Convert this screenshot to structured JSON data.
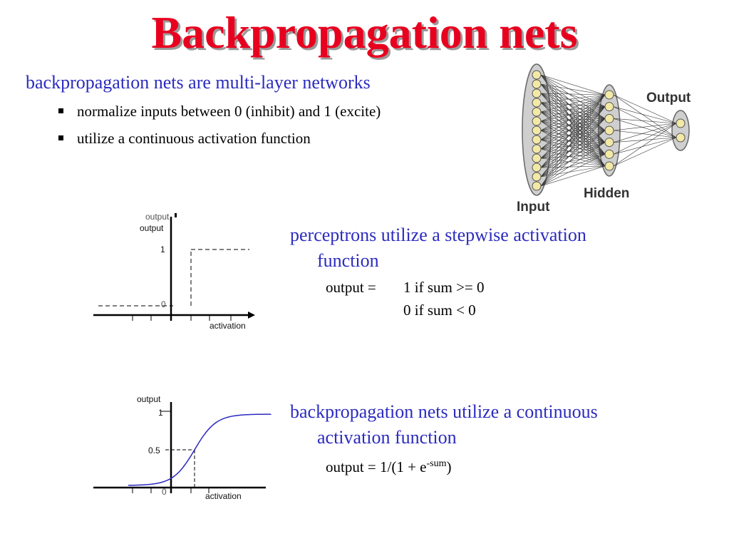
{
  "slide": {
    "title": "Backpropagation nets",
    "lead": "backpropagation nets are multi-layer networks",
    "bullets": [
      "normalize inputs between 0 (inhibit) and 1 (excite)",
      "utilize a continuous activation function"
    ]
  },
  "network_figure": {
    "labels": {
      "output": "Output",
      "hidden": "Hidden",
      "input": "Input"
    },
    "layers": {
      "input": 13,
      "hidden": 7,
      "output": 2
    },
    "colors": {
      "node": "#f3e9a6",
      "ellipse": "#cfcfcf",
      "lines": "#333333"
    }
  },
  "step_text": {
    "line1": "perceptrons utilize a stepwise activation",
    "line2": "function",
    "formula_label": "output =",
    "case1": "1 if sum >= 0",
    "case2": "0 if sum < 0"
  },
  "sigmoid_text": {
    "line1": "backpropagation nets utilize a continuous",
    "line2": "activation function",
    "formula_main": "output = 1/(1 + e",
    "formula_sup": "-sum",
    "formula_end": ")"
  },
  "chart_data": [
    {
      "type": "line",
      "title": "",
      "xlabel": "activation",
      "ylabel": "output",
      "ylabel_overlap": "output",
      "y_ticks": [
        "1",
        "0"
      ],
      "series": [
        {
          "x": [
            -1,
            0,
            0,
            1
          ],
          "y": [
            0,
            0,
            1,
            1
          ]
        }
      ]
    },
    {
      "type": "line",
      "title": "",
      "xlabel": "activation",
      "ylabel": "output",
      "y_ticks": [
        "1",
        "0.5",
        "0"
      ],
      "series": [
        {
          "x": [
            -6,
            -4,
            -2,
            -1,
            0,
            1,
            2,
            4,
            6
          ],
          "y": [
            0.002,
            0.018,
            0.12,
            0.27,
            0.5,
            0.73,
            0.88,
            0.982,
            0.998
          ]
        }
      ]
    }
  ]
}
